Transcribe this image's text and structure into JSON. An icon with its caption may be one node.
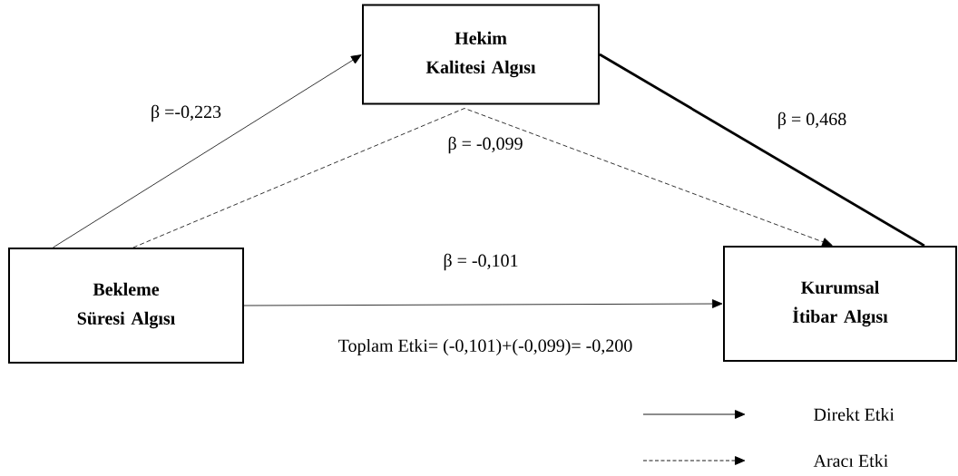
{
  "diagram": {
    "nodes": [
      {
        "text": [
          "Hekim Kalitesi Algısı"
        ]
      },
      {
        "text": [
          "Bekleme Süresi Algısı"
        ]
      },
      {
        "text": [
          "Kurumsal İtibar Algısı"
        ]
      }
    ],
    "edges": [
      {
        "from": 1,
        "to": 0,
        "arrow": "to",
        "label": "β =-0,223"
      },
      {
        "from": 0,
        "to": 2,
        "arrow": "none",
        "label": "β = 0,468",
        "style": "thick"
      },
      {
        "from": 1,
        "to": 2,
        "arrow": "to",
        "label": "β = -0,099",
        "style": "dashed"
      },
      {
        "from": 1,
        "to": 2,
        "arrow": "to",
        "label": "β = -0,101"
      }
    ],
    "labels": [
      "Toplam Etki= (-0,101)+(-0,099)= -0,200"
    ],
    "legend": [
      {
        "text": "Direkt Etki"
      },
      {
        "text": "Aracı Etki"
      }
    ]
  }
}
